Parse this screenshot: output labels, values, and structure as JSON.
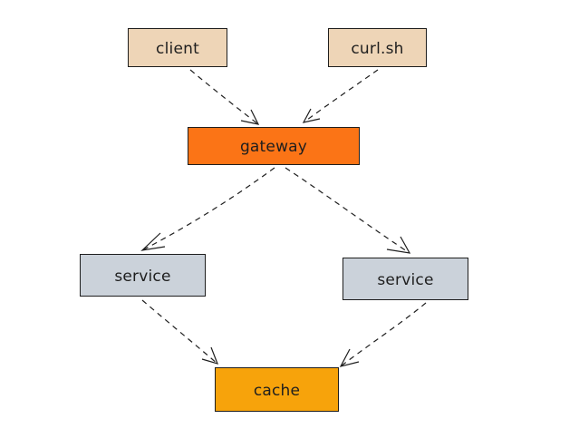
{
  "nodes": {
    "client": {
      "label": "client",
      "fill": "#eed5b7"
    },
    "curl": {
      "label": "curl.sh",
      "fill": "#eed5b7"
    },
    "gateway": {
      "label": "gateway",
      "fill": "#fb7416"
    },
    "service1": {
      "label": "service",
      "fill": "#cbd2da"
    },
    "service2": {
      "label": "service",
      "fill": "#cbd2da"
    },
    "cache": {
      "label": "cache",
      "fill": "#f7a30b"
    }
  },
  "edges": [
    {
      "from": "client",
      "to": "gateway",
      "style": "dashed"
    },
    {
      "from": "curl",
      "to": "gateway",
      "style": "dashed"
    },
    {
      "from": "gateway",
      "to": "service1",
      "style": "dashed"
    },
    {
      "from": "gateway",
      "to": "service2",
      "style": "dashed"
    },
    {
      "from": "service1",
      "to": "cache",
      "style": "dashed"
    },
    {
      "from": "service2",
      "to": "cache",
      "style": "dashed"
    }
  ],
  "colors": {
    "stroke": "#1e1e1e",
    "background": "#ffffff"
  }
}
